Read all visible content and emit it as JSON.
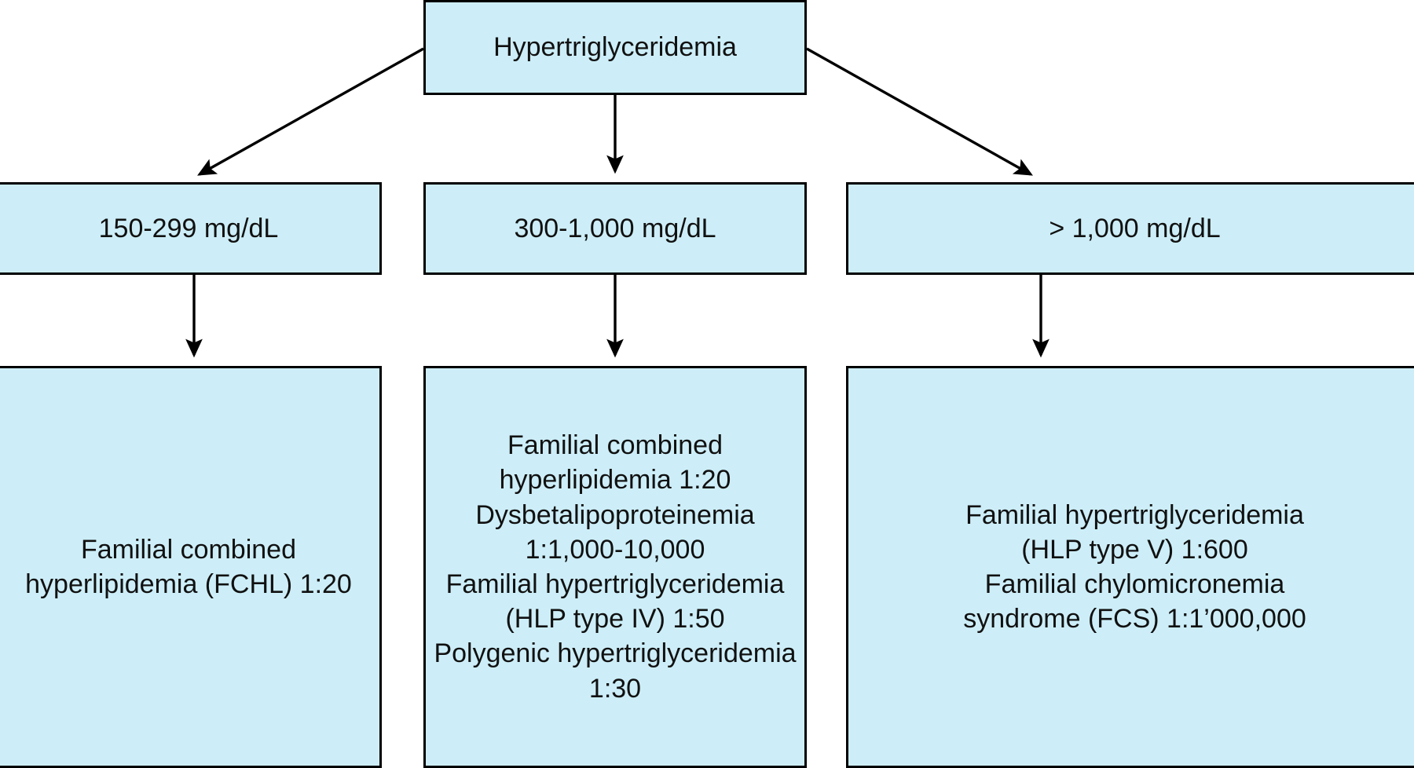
{
  "diagram": {
    "title": "Hypertriglyceridemia diagnostic flowchart",
    "colors": {
      "node_fill": "#cdeef8",
      "node_border": "#000000",
      "edge": "#000000",
      "text": "#111111",
      "background": "#ffffff"
    },
    "nodes": {
      "root": {
        "id": "root",
        "label": "Hypertriglyceridemia"
      },
      "tier_low": {
        "id": "tier-low",
        "label": "150-299 mg/dL"
      },
      "tier_mid": {
        "id": "tier-mid",
        "label": "300-1,000 mg/dL"
      },
      "tier_high": {
        "id": "tier-high",
        "label": "> 1,000 mg/dL"
      },
      "detail_low": {
        "id": "detail-low",
        "label": "Familial combined\nhyperlipidemia (FCHL) 1:20"
      },
      "detail_mid": {
        "id": "detail-mid",
        "label": "Familial combined\nhyperlipidemia 1:20\nDysbetalipoproteinemia\n1:1,000-10,000\nFamilial hypertriglyceridemia\n(HLP type IV) 1:50\nPolygenic hypertriglyceridemia\n1:30"
      },
      "detail_high": {
        "id": "detail-high",
        "label": "Familial hypertriglyceridemia\n(HLP type V) 1:600\nFamilial chylomicronemia\nsyndrome (FCS) 1:1’000,000"
      }
    },
    "edges": [
      {
        "id": "root-to-tier-low",
        "from": "root",
        "to": "tier_low",
        "style": "diagonal-arrow"
      },
      {
        "id": "root-to-tier-mid",
        "from": "root",
        "to": "tier_mid",
        "style": "vertical-arrow"
      },
      {
        "id": "root-to-tier-high",
        "from": "root",
        "to": "tier_high",
        "style": "diagonal-arrow"
      },
      {
        "id": "tier-low-to-detail-low",
        "from": "tier_low",
        "to": "detail_low",
        "style": "vertical-arrow"
      },
      {
        "id": "tier-mid-to-detail-mid",
        "from": "tier_mid",
        "to": "detail_mid",
        "style": "vertical-arrow"
      },
      {
        "id": "tier-high-to-detail-high",
        "from": "tier_high",
        "to": "detail_high",
        "style": "vertical-arrow"
      }
    ]
  }
}
